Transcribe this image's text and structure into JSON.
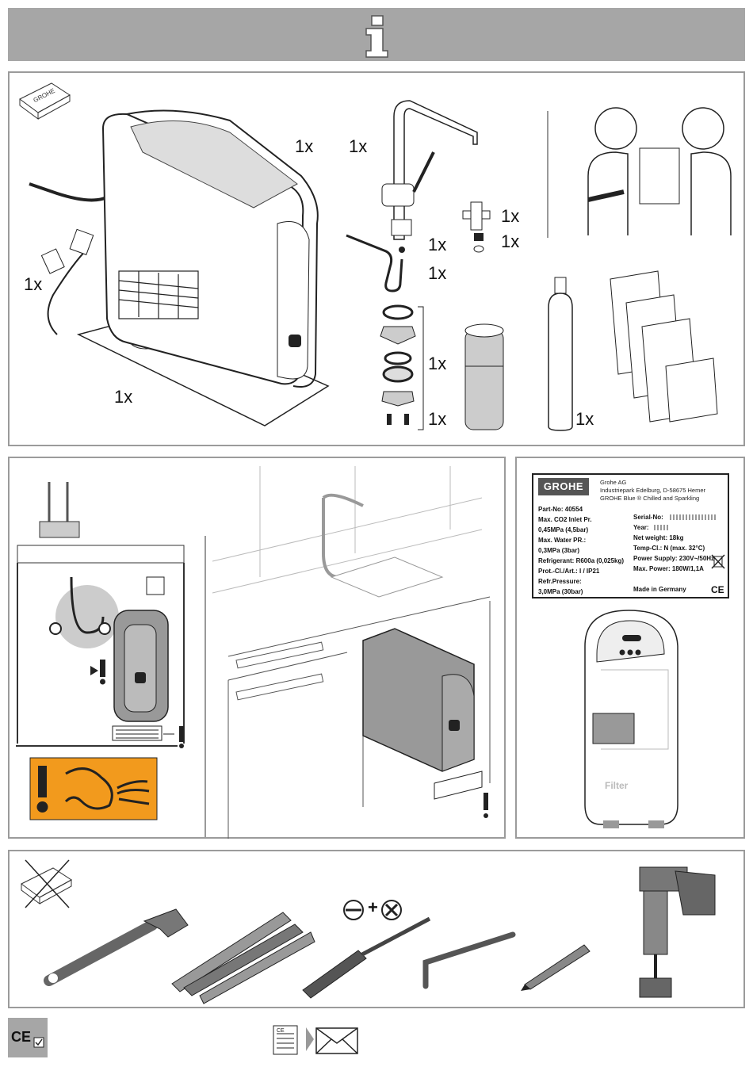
{
  "header": {
    "icon": "info-i-icon"
  },
  "contents_panel": {
    "quantity_labels": [
      "1x",
      "1x",
      "1x",
      "1x",
      "1x",
      "1x",
      "1x",
      "1x",
      "1x",
      "1x",
      "1x"
    ]
  },
  "rating_plate": {
    "brand": "GROHE",
    "company": "Grohe AG",
    "address": "Industriepark Edelburg, D-58675 Hemer",
    "product": "GROHE Blue ® Chilled and Sparkling",
    "left": [
      {
        "label": "Part-No: 40554",
        "value": ""
      },
      {
        "label": "Max. CO2 Inlet Pr.",
        "value": "0,45MPa (4,5bar)"
      },
      {
        "label": "Max. Water PR.:",
        "value": "0,3MPa (3bar)"
      },
      {
        "label": "Refrigerant: R600a (0,025kg)",
        "value": ""
      },
      {
        "label": "Prot.-Cl./Art.: I / IP21",
        "value": ""
      },
      {
        "label": "Refr.Pressure:",
        "value": "3,0MPa (30bar)"
      }
    ],
    "right": [
      "Serial-No:",
      "Year:",
      "Net weight: 18kg",
      "Temp-Cl.: N (max. 32°C)",
      "Power Supply: 230V~/50Hz",
      "Max. Power: 180W/1,1A"
    ],
    "made_in": "Made in Germany",
    "ce_mark": "CE"
  },
  "unit_front": {
    "filter_label": "Filter"
  },
  "tools_panel": {
    "phillips_combo": "+"
  },
  "footer": {
    "ce_label": "CE"
  }
}
